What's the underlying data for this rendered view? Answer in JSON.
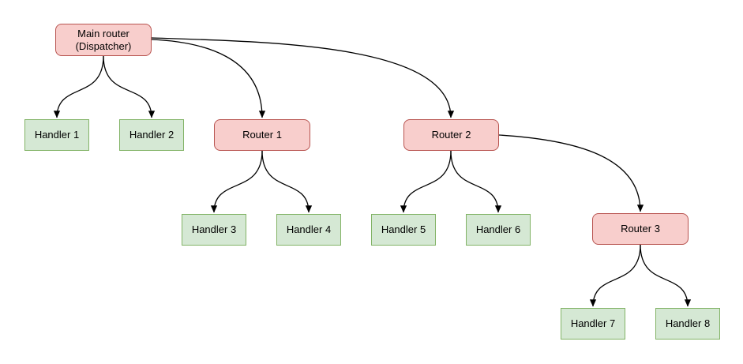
{
  "diagram": {
    "nodes": {
      "main_router": {
        "label_line1": "Main router",
        "label_line2": "(Dispatcher)",
        "type": "router"
      },
      "handler_1": {
        "label": "Handler 1",
        "type": "handler"
      },
      "handler_2": {
        "label": "Handler 2",
        "type": "handler"
      },
      "router_1": {
        "label": "Router 1",
        "type": "router"
      },
      "router_2": {
        "label": "Router 2",
        "type": "router"
      },
      "handler_3": {
        "label": "Handler 3",
        "type": "handler"
      },
      "handler_4": {
        "label": "Handler 4",
        "type": "handler"
      },
      "handler_5": {
        "label": "Handler 5",
        "type": "handler"
      },
      "handler_6": {
        "label": "Handler 6",
        "type": "handler"
      },
      "router_3": {
        "label": "Router 3",
        "type": "router"
      },
      "handler_7": {
        "label": "Handler 7",
        "type": "handler"
      },
      "handler_8": {
        "label": "Handler 8",
        "type": "handler"
      }
    },
    "edges": [
      {
        "from": "main_router",
        "to": "handler_1"
      },
      {
        "from": "main_router",
        "to": "handler_2"
      },
      {
        "from": "main_router",
        "to": "router_1"
      },
      {
        "from": "main_router",
        "to": "router_2"
      },
      {
        "from": "router_1",
        "to": "handler_3"
      },
      {
        "from": "router_1",
        "to": "handler_4"
      },
      {
        "from": "router_2",
        "to": "handler_5"
      },
      {
        "from": "router_2",
        "to": "handler_6"
      },
      {
        "from": "router_2",
        "to": "router_3"
      },
      {
        "from": "router_3",
        "to": "handler_7"
      },
      {
        "from": "router_3",
        "to": "handler_8"
      }
    ],
    "colors": {
      "router_fill": "#f8cecc",
      "router_border": "#b85450",
      "handler_fill": "#d5e8d4",
      "handler_border": "#82b366",
      "edge": "#000000",
      "background": "#ffffff"
    }
  }
}
